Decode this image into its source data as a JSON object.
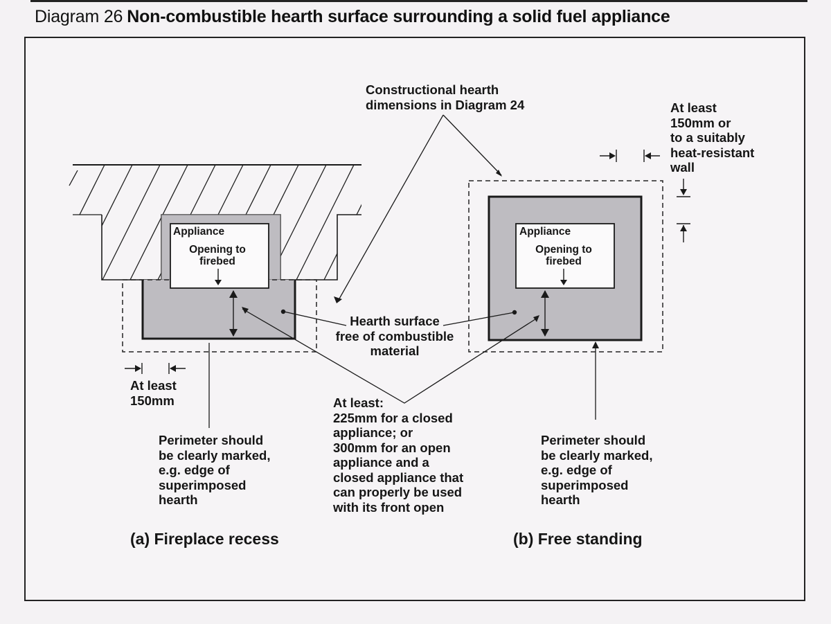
{
  "diagram_number": "Diagram 26",
  "diagram_title": "Non-combustible hearth surface surrounding a solid fuel appliance",
  "labels": {
    "constructional_hearth": [
      "Constructional hearth",
      "dimensions in Diagram 24"
    ],
    "at_least_150_right": [
      "At least",
      "150mm or",
      "to a suitably",
      "heat-resistant",
      "wall"
    ],
    "appliance": "Appliance",
    "opening_to_firebed": [
      "Opening to",
      "firebed"
    ],
    "hearth_surface": [
      "Hearth surface",
      "free of combustible",
      "material"
    ],
    "at_least_150_left": [
      "At least",
      "150mm"
    ],
    "perimeter_note": [
      "Perimeter should",
      "be clearly marked,",
      "e.g. edge of",
      "superimposed",
      "hearth"
    ],
    "at_least_distances": [
      "At least:",
      "225mm for a closed",
      "appliance; or",
      "300mm for an open",
      "appliance and a",
      "closed appliance that",
      "can properly be used",
      "with its front open"
    ],
    "caption_a": "(a) Fireplace recess",
    "caption_b": "(b) Free standing"
  },
  "colors": {
    "hearth_fill": "#bebcc1",
    "line": "#1a1a1a",
    "background": "#f4f2f4"
  }
}
